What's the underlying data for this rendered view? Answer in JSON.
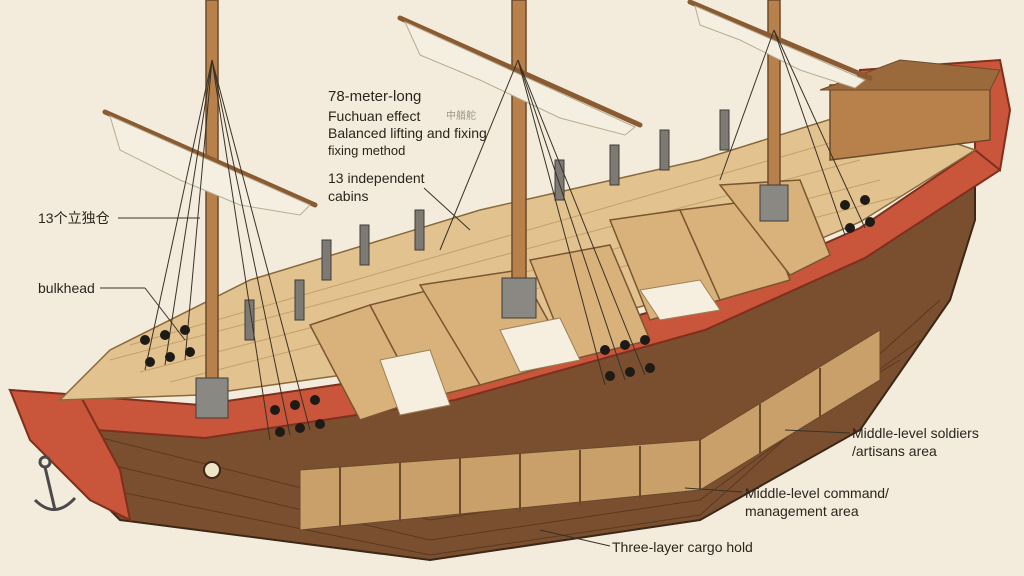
{
  "annotations": {
    "length": "78-meter-long",
    "fuchuan": "Fuchuan effect",
    "balanced": "Balanced lifting and fixing",
    "fixing": "fixing method",
    "cabins_line1": "13 independent",
    "cabins_line2": "cabins",
    "cn_cabins": "13个立独仓",
    "bulkhead": "bulkhead",
    "soldiers_line1": "Middle-level soldiers",
    "soldiers_line2": "/artisans area",
    "command_line1": "Middle-level command/",
    "command_line2": "management area",
    "cargo": "Three-layer cargo hold",
    "faint_cn": "中艏舵"
  },
  "colors": {
    "background": "#f3ecdc",
    "hull_red": "#c9553a",
    "hull_wood": "#7a4f30",
    "deck_wood": "#e2c28e",
    "sail": "#f5efe2",
    "mast": "#b8814c",
    "rigging": "#3a3128"
  }
}
